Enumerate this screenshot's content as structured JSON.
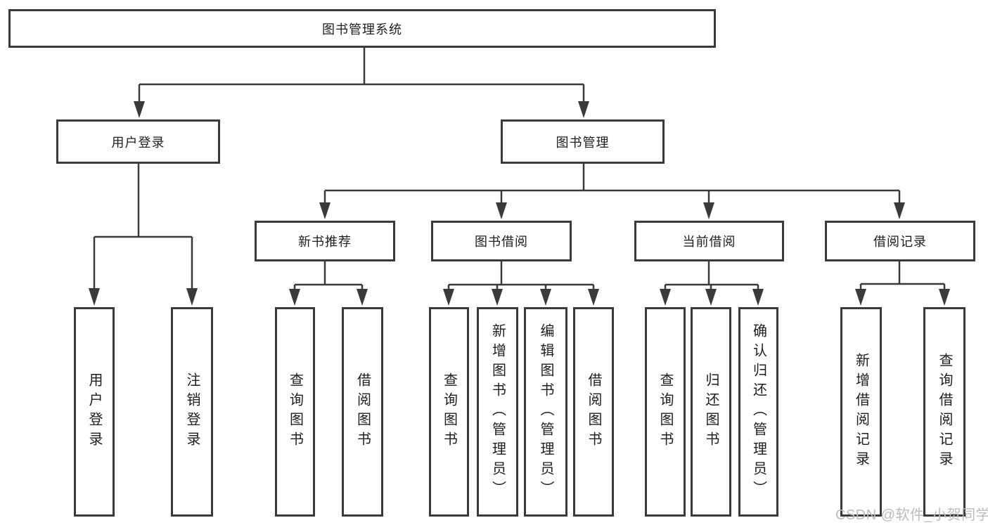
{
  "tree": {
    "root": {
      "label": "图书管理系统"
    },
    "branches": [
      {
        "label": "用户登录",
        "children": [
          {
            "label": "用户登录"
          },
          {
            "label": "注销登录"
          }
        ]
      },
      {
        "label": "图书管理",
        "sections": [
          {
            "label": "新书推荐",
            "children": [
              {
                "label": "查询图书"
              },
              {
                "label": "借阅图书"
              }
            ]
          },
          {
            "label": "图书借阅",
            "children": [
              {
                "label": "查询图书"
              },
              {
                "label": "新增图书（管理员）"
              },
              {
                "label": "编辑图书（管理员）"
              },
              {
                "label": "借阅图书"
              }
            ]
          },
          {
            "label": "当前借阅",
            "children": [
              {
                "label": "查询图书"
              },
              {
                "label": "归还图书"
              },
              {
                "label": "确认归还（管理员）"
              }
            ]
          },
          {
            "label": "借阅记录",
            "children": [
              {
                "label": "新增借阅记录"
              },
              {
                "label": "查询借阅记录"
              }
            ]
          }
        ]
      }
    ]
  },
  "watermark": {
    "text": "CSDN @软件_小贺同学"
  },
  "colors": {
    "line": "#3a3a3a",
    "box_border": "#3a3a3a",
    "text": "#1e1e1e",
    "watermark": "#bcbcbc",
    "background": "#ffffff"
  }
}
